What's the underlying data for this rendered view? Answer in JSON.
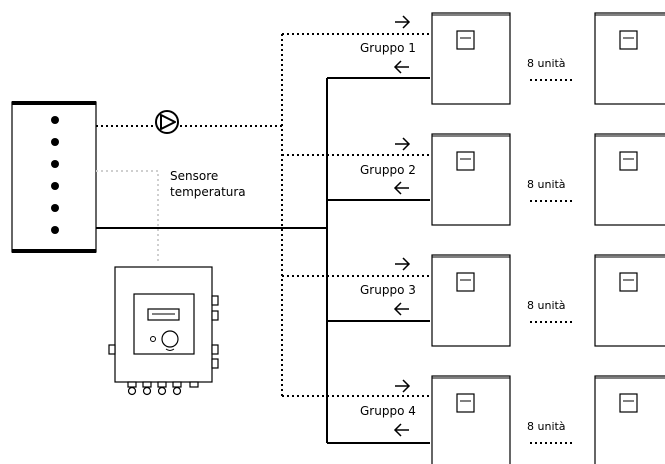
{
  "sensor_label_line1": "Sensore",
  "sensor_label_line2": "temperatura",
  "groups": [
    {
      "label": "Gruppo 1",
      "units": "8 unità"
    },
    {
      "label": "Gruppo 2",
      "units": "8 unità"
    },
    {
      "label": "Gruppo 3",
      "units": "8 unità"
    },
    {
      "label": "Gruppo 4",
      "units": "8 unità"
    }
  ],
  "icons": {
    "pump": "pump-icon",
    "arrow_right": "arrow-right-icon",
    "arrow_left": "arrow-left-icon",
    "storage_tank": "storage-tank-icon",
    "controller": "controller-icon",
    "heat_unit": "heat-unit-icon"
  }
}
